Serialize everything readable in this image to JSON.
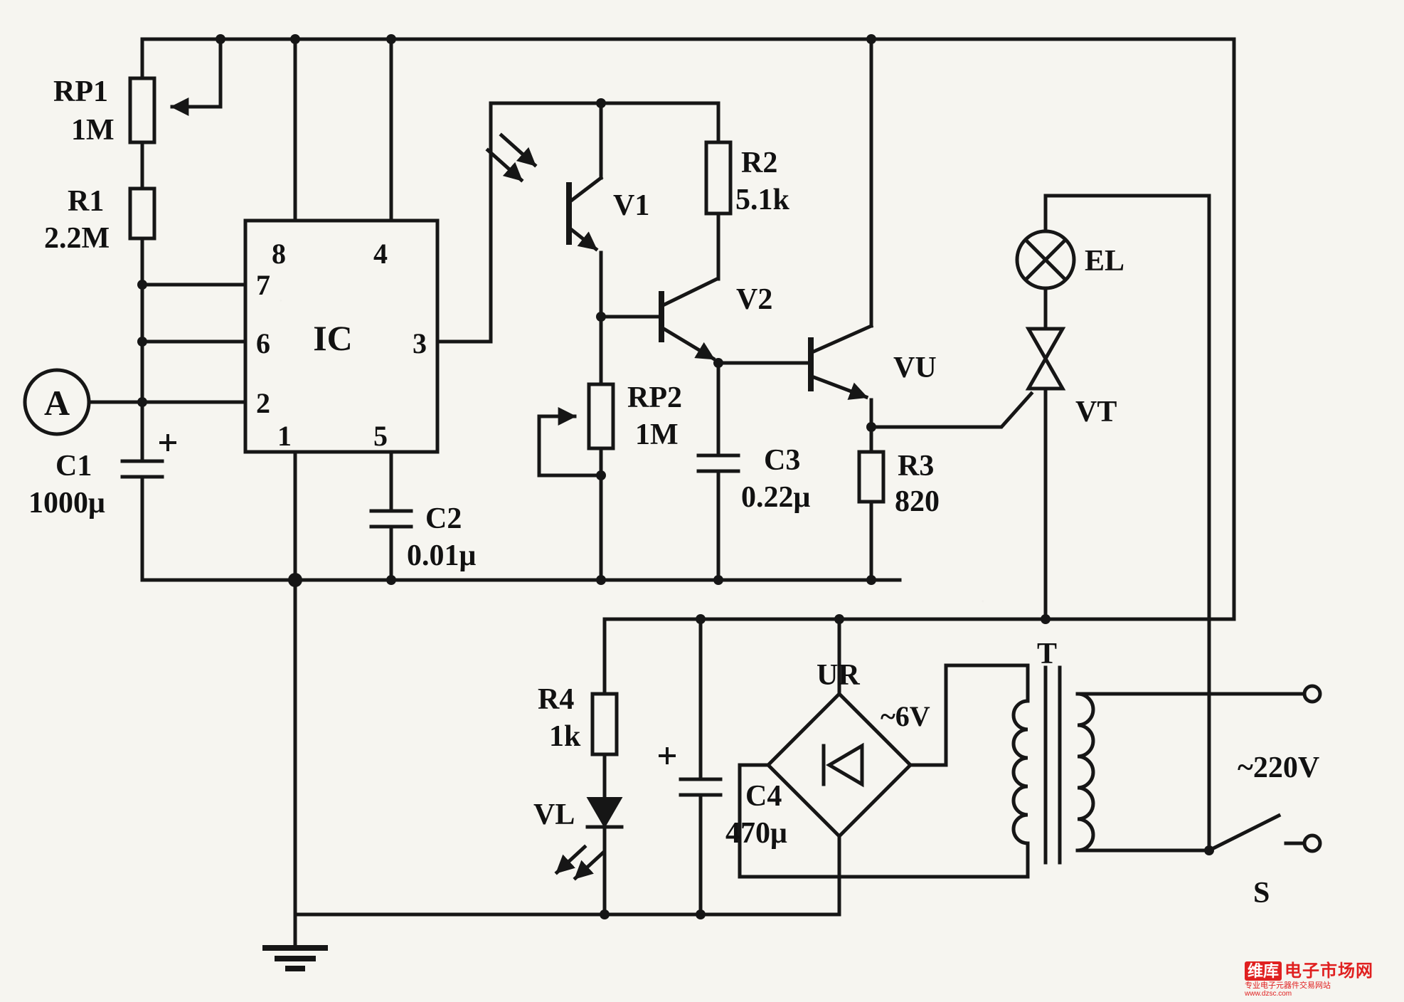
{
  "components": {
    "rp1": {
      "name": "RP1",
      "value": "1M"
    },
    "r1": {
      "name": "R1",
      "value": "2.2M"
    },
    "ic": {
      "name": "IC",
      "pins": {
        "p1": "1",
        "p2": "2",
        "p3": "3",
        "p4": "4",
        "p5": "5",
        "p6": "6",
        "p7": "7",
        "p8": "8"
      }
    },
    "meter": {
      "name": "A"
    },
    "c1": {
      "name": "C1",
      "value": "1000μ",
      "polarity": "+"
    },
    "c2": {
      "name": "C2",
      "value": "0.01μ"
    },
    "v1": {
      "name": "V1"
    },
    "r2": {
      "name": "R2",
      "value": "5.1k"
    },
    "v2": {
      "name": "V2"
    },
    "rp2": {
      "name": "RP2",
      "value": "1M"
    },
    "c3": {
      "name": "C3",
      "value": "0.22μ"
    },
    "vu": {
      "name": "VU"
    },
    "r3": {
      "name": "R3",
      "value": "820"
    },
    "el": {
      "name": "EL"
    },
    "vt": {
      "name": "VT"
    },
    "r4": {
      "name": "R4",
      "value": "1k"
    },
    "vl": {
      "name": "VL"
    },
    "c4": {
      "name": "C4",
      "value": "470μ",
      "polarity": "+"
    },
    "ur": {
      "name": "UR"
    },
    "t": {
      "name": "T"
    },
    "s": {
      "name": "S"
    }
  },
  "annotations": {
    "secondary_voltage": "~6V",
    "mains_voltage": "~220V"
  },
  "watermark": {
    "logo": "维库",
    "site_name": "电子市场网",
    "tagline": "专业电子元器件交易网站",
    "url": "www.dzsc.com"
  },
  "colors": {
    "line": "#161616",
    "paper": "#f6f5f0",
    "watermark_red": "#e02020"
  }
}
